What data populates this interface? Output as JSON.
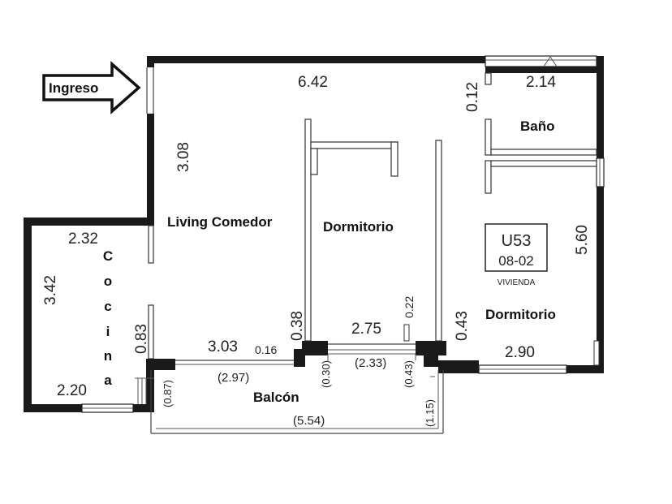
{
  "entrance": {
    "label": "Ingreso"
  },
  "rooms": {
    "living": "Living Comedor",
    "dormitorio1": "Dormitorio",
    "dormitorio2": "Dormitorio",
    "bano": "Baño",
    "cocina": [
      "C",
      "o",
      "c",
      "i",
      "n",
      "a"
    ],
    "balcon": "Balcón"
  },
  "unit_badge": {
    "code": "U53",
    "number": "08-02",
    "type": "VIVIENDA"
  },
  "dimensions": {
    "top_width": "6.42",
    "bano_gap": "0.12",
    "bano_width": "2.14",
    "living_height": "3.08",
    "right_height": "5.60",
    "cocina_width": "2.32",
    "cocina_height": "3.42",
    "cocina_bottom": "2.20",
    "opening_083": "0.83",
    "living_bottom": "3.03",
    "wall_016": "0.16",
    "wall_038": "0.38",
    "dorm_width": "2.75",
    "wall_022": "0.22",
    "wall_043": "0.43",
    "dorm2_width": "2.90",
    "balcon_087": "(0.87)",
    "balcon_297": "(2.97)",
    "balcon_030": "(0.30)",
    "balcon_233": "(2.33)",
    "balcon_043": "(0.43)",
    "balcon_554": "(5.54)",
    "balcon_115": "(1.15)"
  }
}
